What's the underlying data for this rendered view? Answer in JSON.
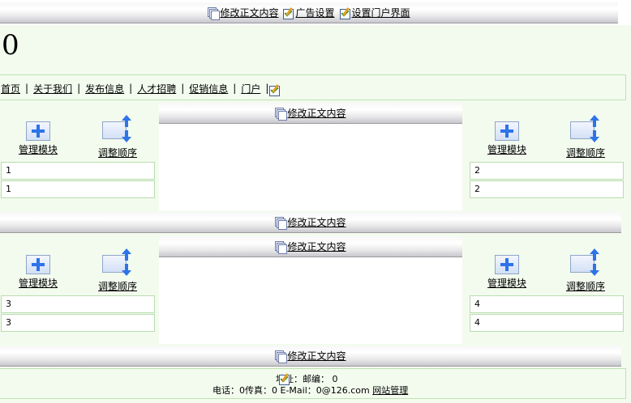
{
  "top_bar": {
    "edit_content": "修改正文内容",
    "ad_settings": "广告设置",
    "portal_settings": "设置门户界面"
  },
  "logo_text": "0",
  "nav": {
    "items": [
      "首页",
      "关于我们",
      "发布信息",
      "人才招聘",
      "促销信息",
      "门户"
    ],
    "separator": "|"
  },
  "edit_content_label": "修改正文内容",
  "module": {
    "manage_label": "管理模块",
    "order_label": "调整顺序"
  },
  "blocks": [
    {
      "left": [
        "1",
        "1"
      ],
      "right": [
        "2",
        "2"
      ]
    },
    {
      "left": [
        "3",
        "3"
      ],
      "right": [
        "4",
        "4"
      ]
    }
  ],
  "footer": {
    "line1_address": "地址：",
    "line1_zip": "邮编：",
    "zip_value": "0",
    "line2_phone_fax_email": "电话：0传真：0 E-Mail：0@126.com",
    "admin_link": "网站管理"
  }
}
